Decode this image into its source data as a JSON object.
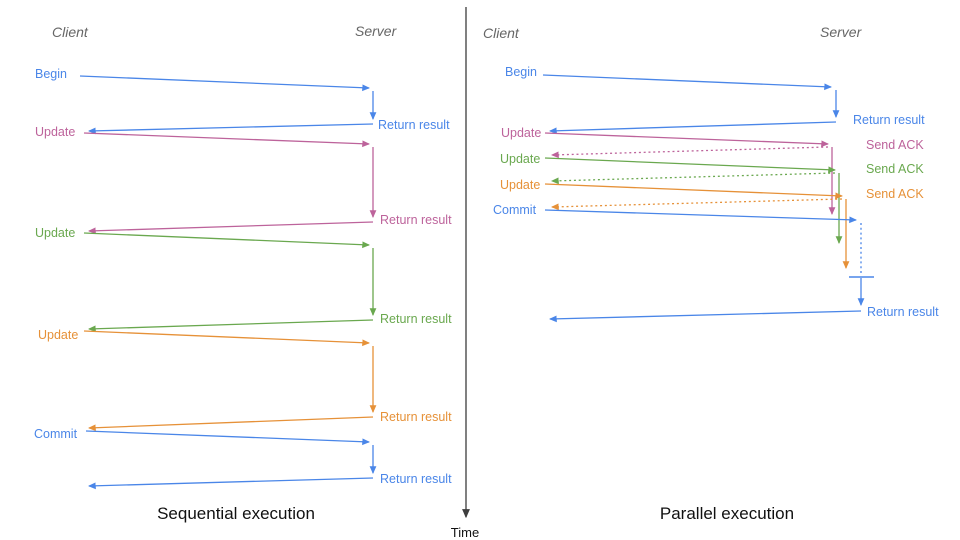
{
  "colors": {
    "blue": "#4a86e8",
    "magenta": "#bd639b",
    "green": "#6aa84f",
    "orange": "#e69138",
    "time_axis": "#3d3d3d",
    "header_gray": "#666666",
    "caption_black": "#111111"
  },
  "time_axis_label": "Time",
  "panels": [
    {
      "caption": "Sequential execution",
      "client_label": "Client",
      "server_label": "Server",
      "messages": [
        {
          "request": "Begin",
          "response": "Return result",
          "color": "blue",
          "response_style": "solid"
        },
        {
          "request": "Update",
          "response": "Return result",
          "color": "magenta",
          "response_style": "solid"
        },
        {
          "request": "Update",
          "response": "Return result",
          "color": "green",
          "response_style": "solid"
        },
        {
          "request": "Update",
          "response": "Return result",
          "color": "orange",
          "response_style": "solid"
        },
        {
          "request": "Commit",
          "response": "Return result",
          "color": "blue",
          "response_style": "solid"
        }
      ]
    },
    {
      "caption": "Parallel execution",
      "client_label": "Client",
      "server_label": "Server",
      "messages": [
        {
          "request": "Begin",
          "response": "Return result",
          "color": "blue",
          "response_style": "solid"
        },
        {
          "request": "Update",
          "response": "Send ACK",
          "color": "magenta",
          "response_style": "dotted"
        },
        {
          "request": "Update",
          "response": "Send ACK",
          "color": "green",
          "response_style": "dotted"
        },
        {
          "request": "Update",
          "response": "Send ACK",
          "color": "orange",
          "response_style": "dotted"
        },
        {
          "request": "Commit",
          "response": "Return result",
          "color": "blue",
          "response_style": "solid"
        }
      ]
    }
  ]
}
